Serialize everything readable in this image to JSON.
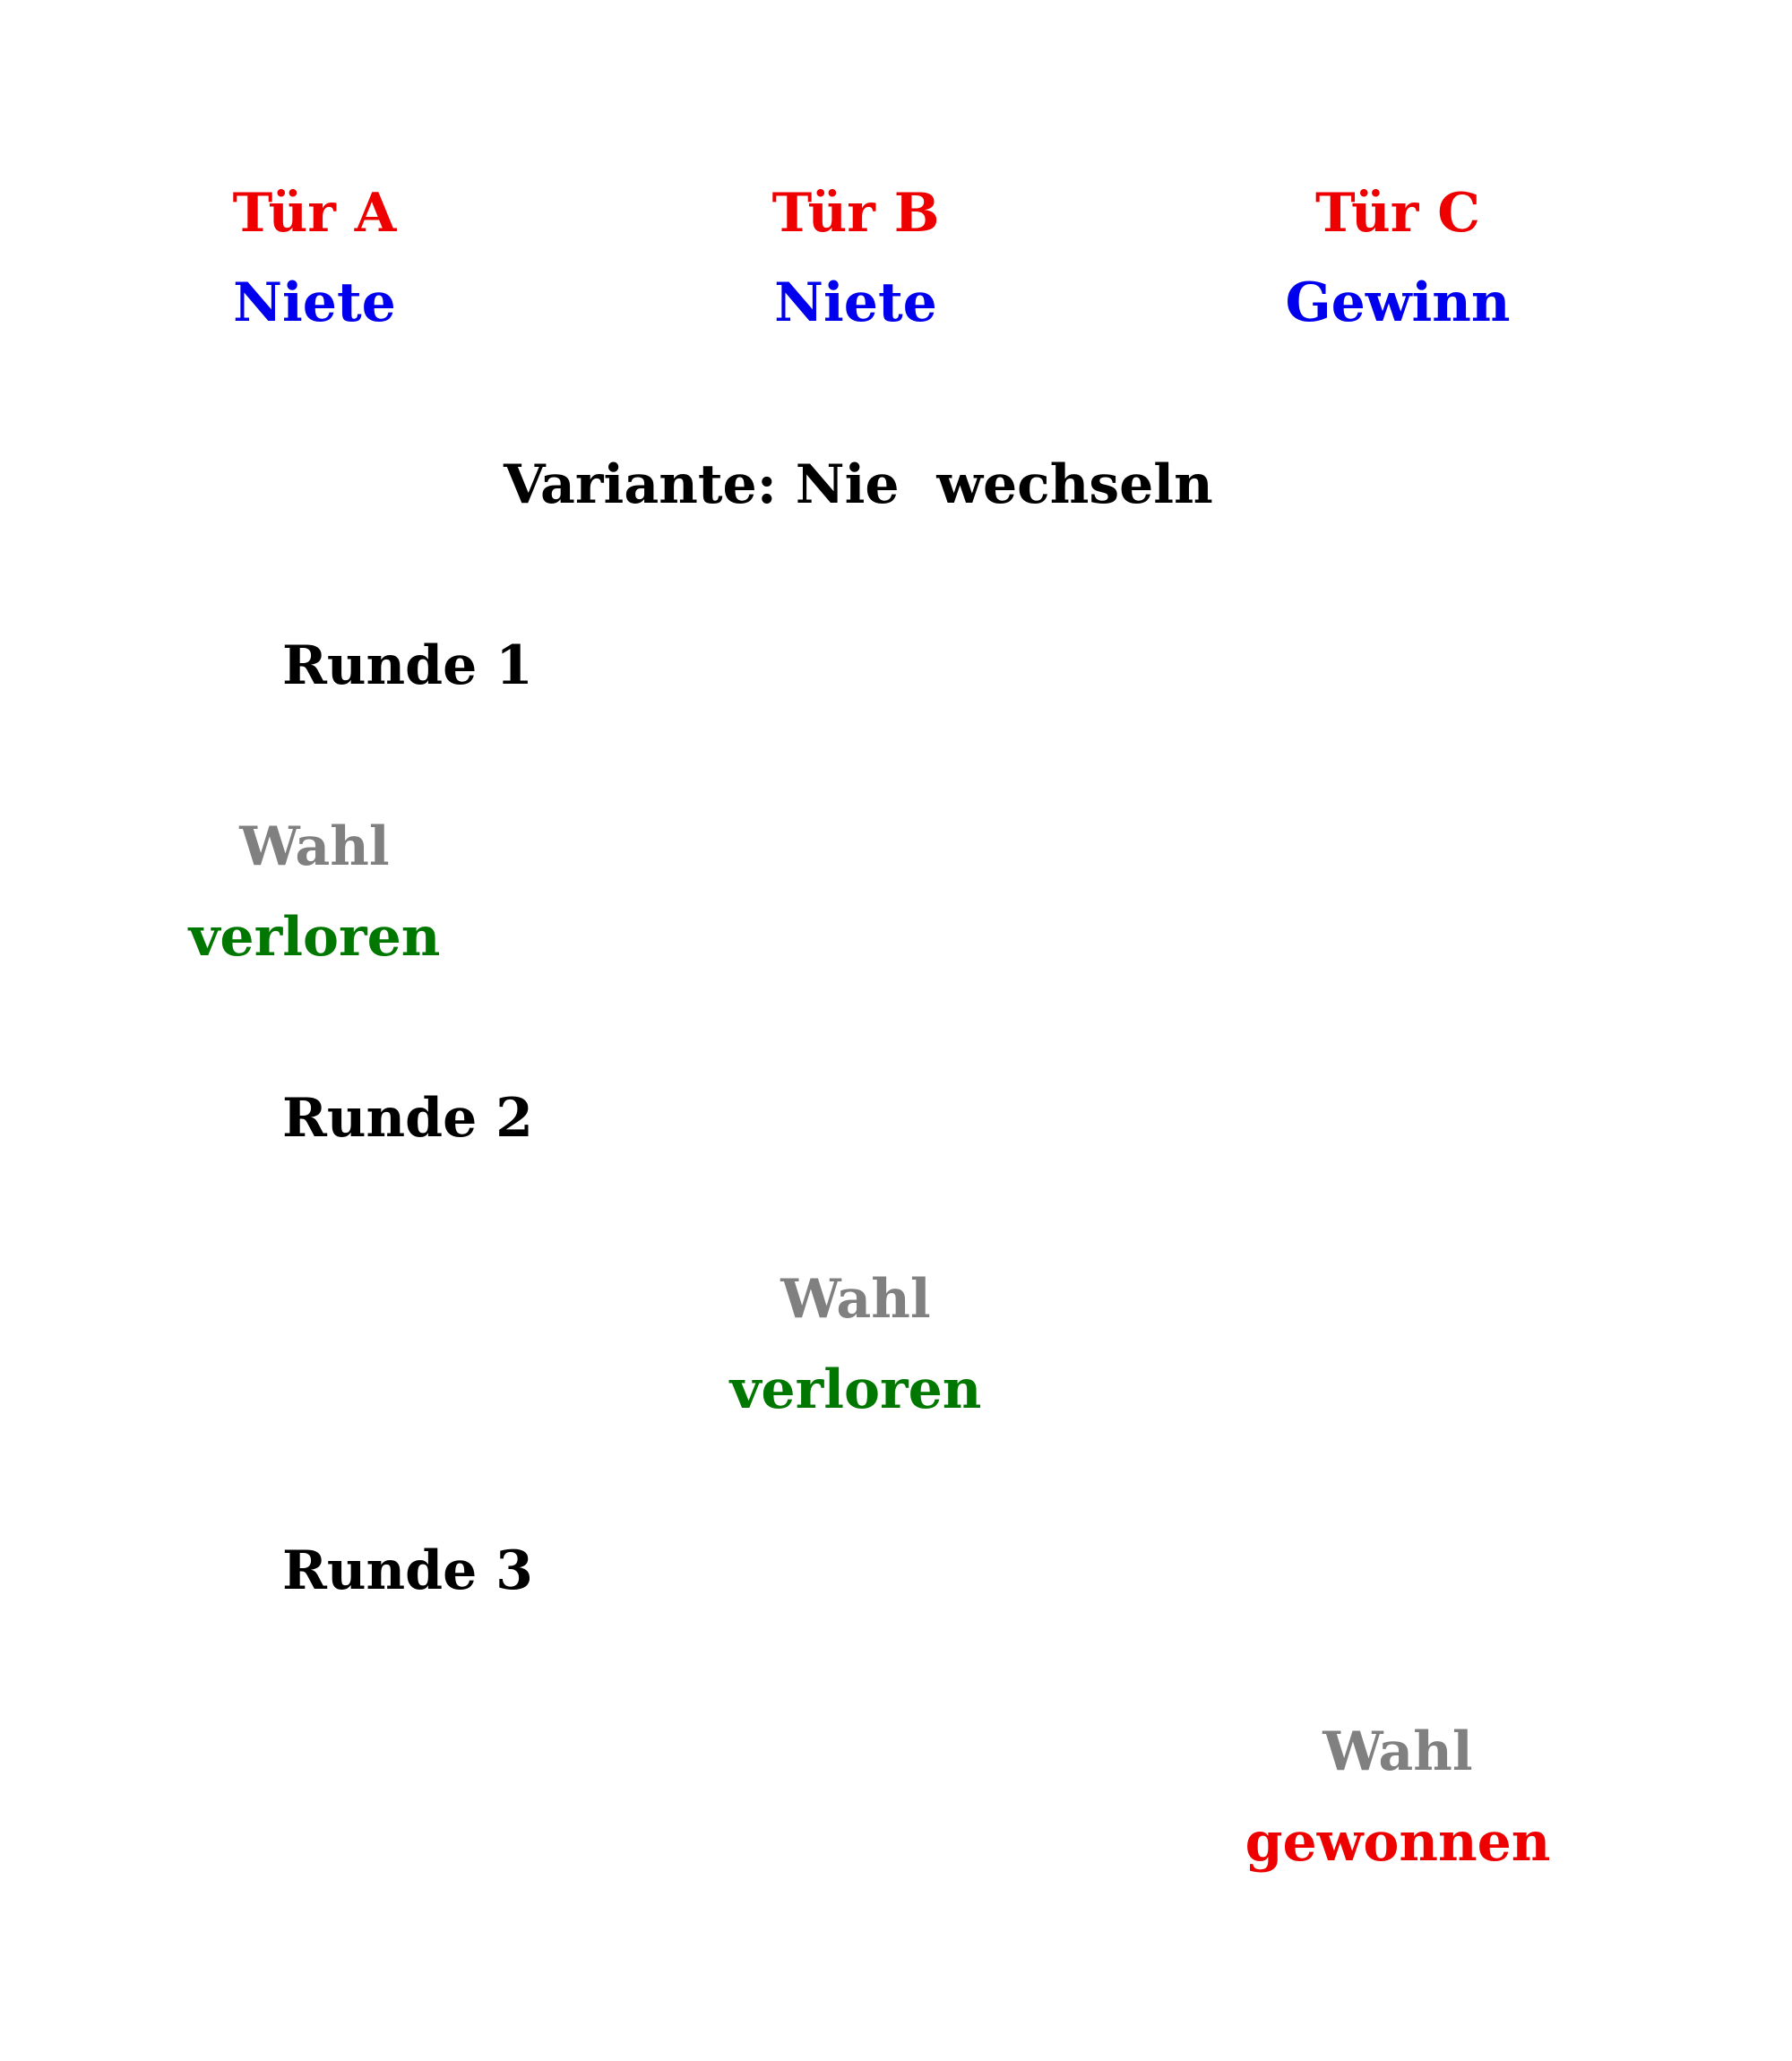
{
  "doors": [
    {
      "label": "Tür A",
      "content": "Niete"
    },
    {
      "label": "Tür B",
      "content": "Niete"
    },
    {
      "label": "Tür C",
      "content": "Gewinn"
    }
  ],
  "variant_title": "Variante: Nie  wechseln",
  "rounds": [
    {
      "label": "Runde 1",
      "choice_label": "Wahl",
      "result": "verloren",
      "chosen_door": "Tür A"
    },
    {
      "label": "Runde 2",
      "choice_label": "Wahl",
      "result": "verloren",
      "chosen_door": "Tür B"
    },
    {
      "label": "Runde 3",
      "choice_label": "Wahl",
      "result": "gewonnen",
      "chosen_door": "Tür C"
    }
  ],
  "colors": {
    "door_label": "#ee0000",
    "door_content": "#0000ee",
    "heading": "#000000",
    "choice": "#808080",
    "lost": "#007700",
    "won": "#ee0000"
  }
}
